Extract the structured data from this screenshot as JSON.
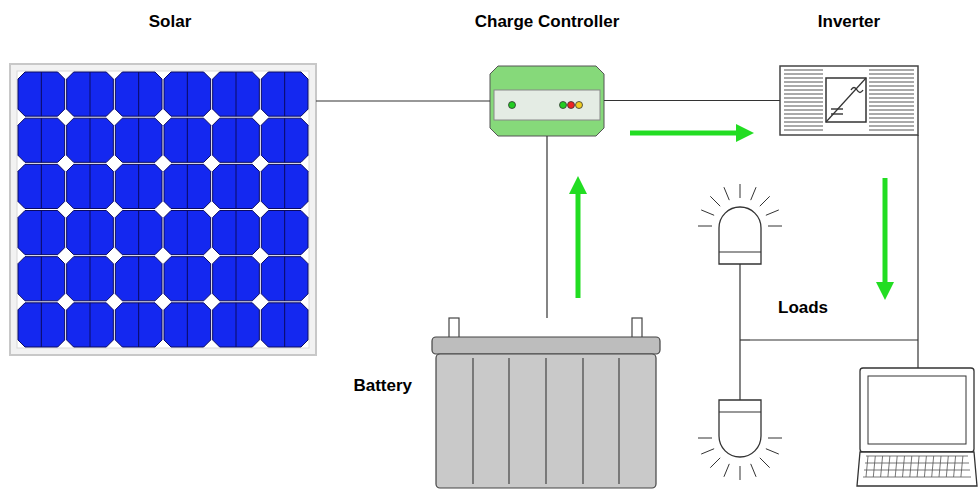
{
  "diagram": {
    "nodes": [
      {
        "text": [
          "Solar"
        ]
      },
      {
        "text": [
          "Charge Controller"
        ]
      },
      {
        "text": [
          "Inverter"
        ]
      },
      {
        "text": [
          "Battery"
        ]
      }
    ],
    "edges": [
      {
        "from": 0,
        "to": 1,
        "arrow": "none"
      },
      {
        "from": 1,
        "to": 2,
        "arrow": "none"
      },
      {
        "from": 3,
        "to": 1,
        "arrow": "none"
      }
    ],
    "labels": [
      "Loads"
    ]
  }
}
